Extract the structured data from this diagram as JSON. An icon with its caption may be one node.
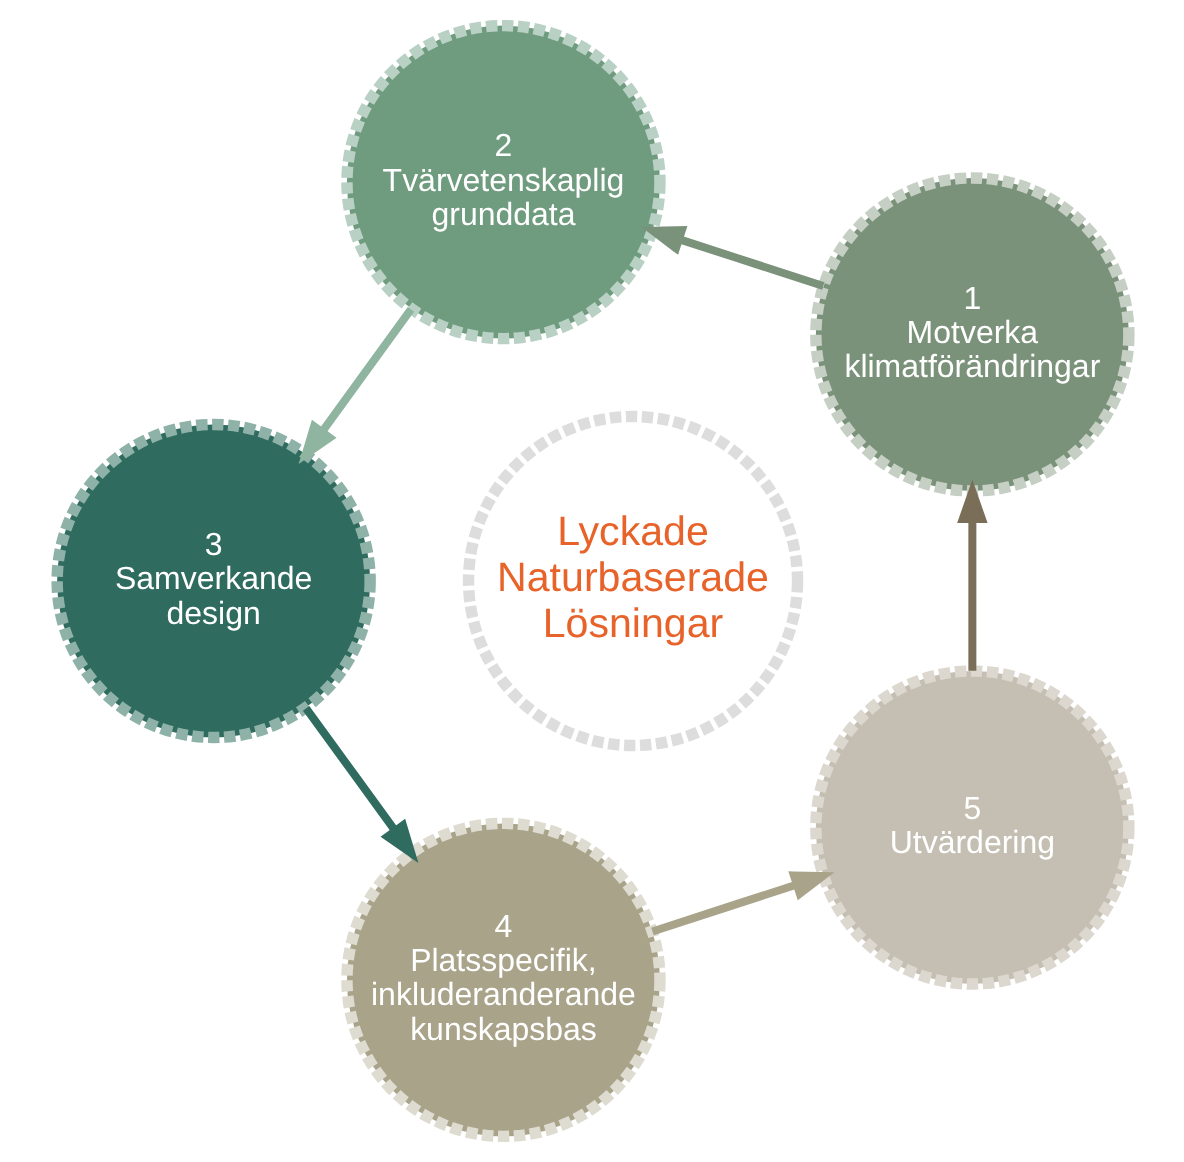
{
  "diagram": {
    "nodes": [
      {
        "text": [
          "Lyckade Naturbaserade Lösningar"
        ]
      },
      {
        "text": [
          "1",
          "Motverka klimatförändringar"
        ]
      },
      {
        "text": [
          "2",
          "Tvärvetenskaplig grunddata"
        ]
      },
      {
        "text": [
          "3",
          "Samverkande design"
        ]
      },
      {
        "text": [
          "4",
          "Platsspecifik, inkluderanderande kunskapsbas"
        ]
      },
      {
        "text": [
          "5",
          "Utvärdering"
        ]
      }
    ],
    "edges": [
      {
        "from": 5,
        "to": 1,
        "arrow": "to",
        "color": "#7a6e58"
      },
      {
        "from": 1,
        "to": 2,
        "arrow": "to",
        "color": "#7a917a"
      },
      {
        "from": 2,
        "to": 3,
        "arrow": "to",
        "color": "#8fb5a0"
      },
      {
        "from": 3,
        "to": 4,
        "arrow": "to",
        "color": "#2f6b5f"
      },
      {
        "from": 4,
        "to": 5,
        "arrow": "to",
        "color": "#a9a38a"
      }
    ]
  }
}
